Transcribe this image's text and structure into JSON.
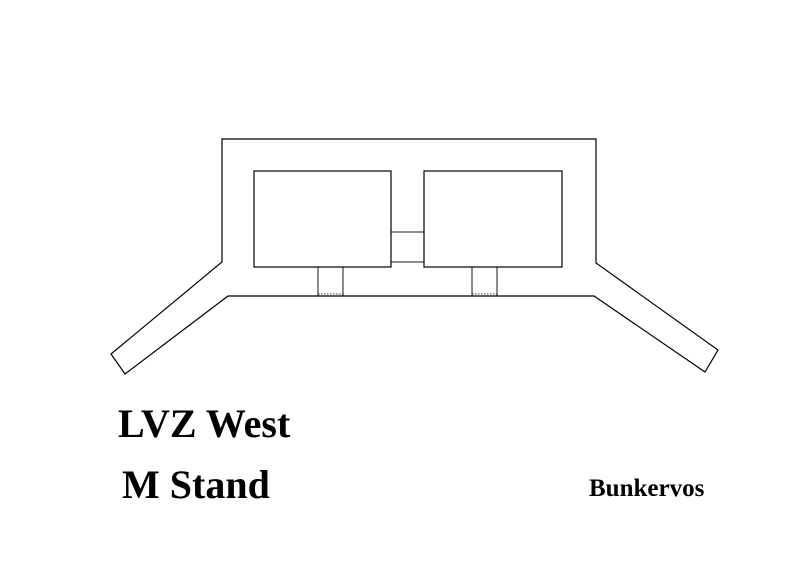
{
  "title": {
    "line1": "LVZ West",
    "line2": "M Stand"
  },
  "credit": "Bunkervos",
  "colors": {
    "background": "#ffffff",
    "ink": "#000000"
  }
}
